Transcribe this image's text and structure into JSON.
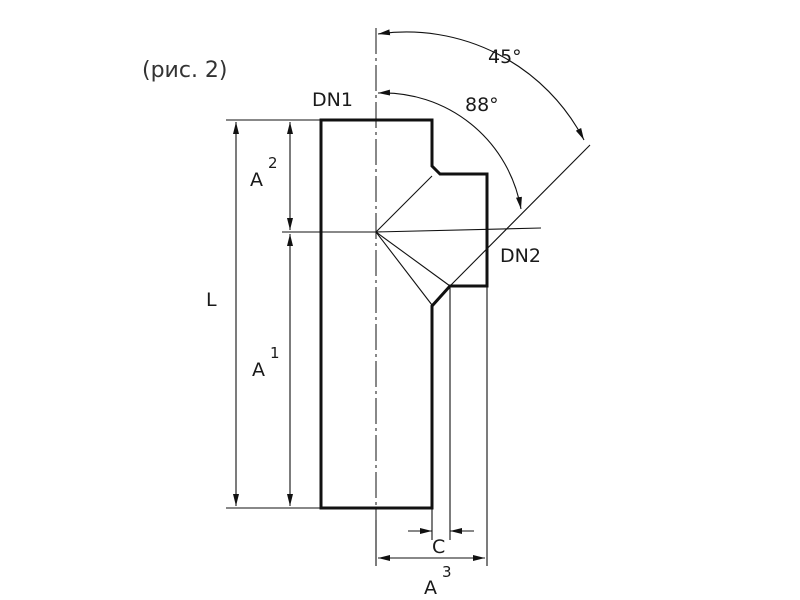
{
  "caption": "(рис. 2)",
  "labels": {
    "dn1": "DN1",
    "dn2": "DN2",
    "angle_outer": "45°",
    "angle_inner": "88°",
    "length": "L",
    "a1_letter": "A",
    "a1_index": "1",
    "a2_letter": "A",
    "a2_index": "2",
    "a3_letter": "A",
    "a3_index": "3",
    "c": "C"
  }
}
